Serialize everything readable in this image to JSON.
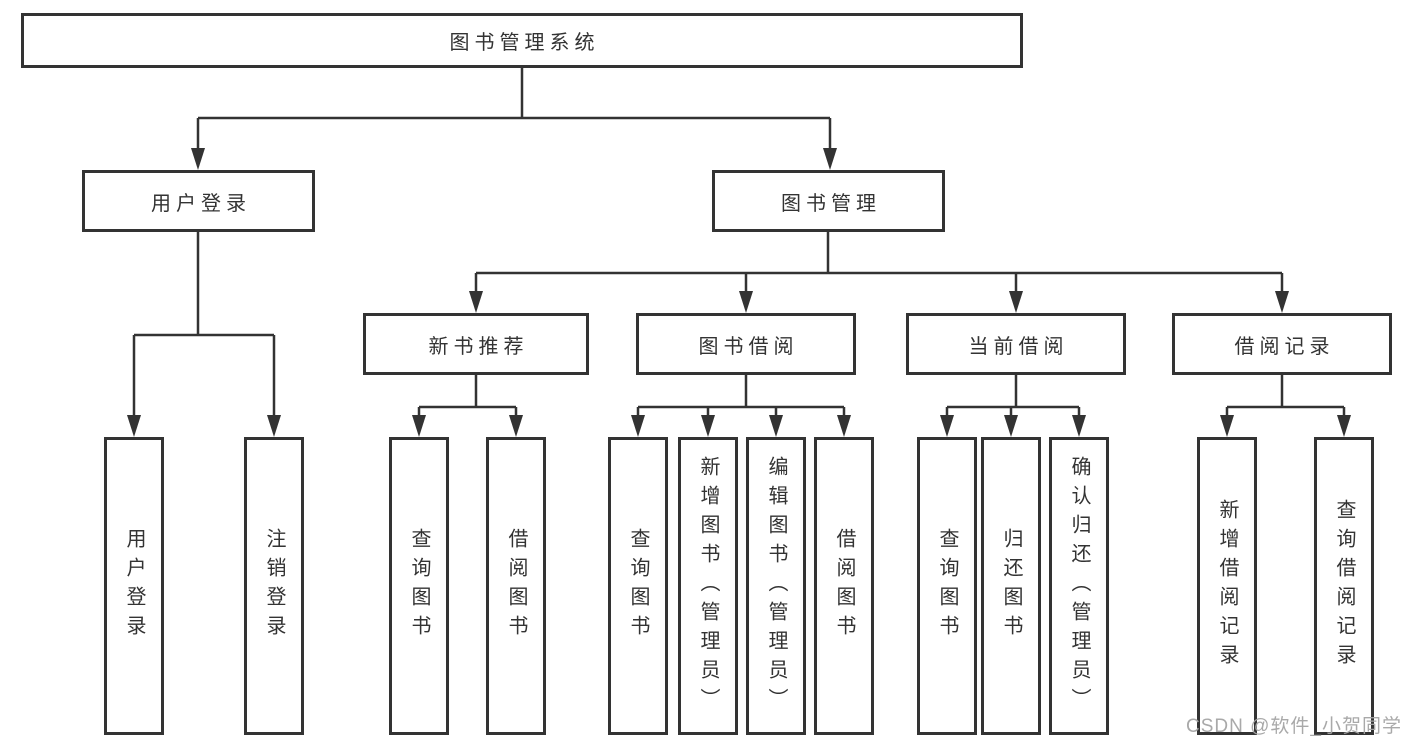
{
  "diagram": {
    "root": {
      "label": "图书管理系统"
    },
    "branches": [
      {
        "label": "用户登录",
        "children": [
          {
            "label": "用户登录"
          },
          {
            "label": "注销登录"
          }
        ]
      },
      {
        "label": "图书管理",
        "groups": [
          {
            "label": "新书推荐",
            "children": [
              {
                "label": "查询图书"
              },
              {
                "label": "借阅图书"
              }
            ]
          },
          {
            "label": "图书借阅",
            "children": [
              {
                "label": "查询图书"
              },
              {
                "label": "新增图书（管理员）"
              },
              {
                "label": "编辑图书（管理员）"
              },
              {
                "label": "借阅图书"
              }
            ]
          },
          {
            "label": "当前借阅",
            "children": [
              {
                "label": "查询图书"
              },
              {
                "label": "归还图书"
              },
              {
                "label": "确认归还（管理员）"
              }
            ]
          },
          {
            "label": "借阅记录",
            "children": [
              {
                "label": "新增借阅记录"
              },
              {
                "label": "查询借阅记录"
              }
            ]
          }
        ]
      }
    ]
  },
  "watermark": "CSDN @软件_小贺同学",
  "colors": {
    "line": "#333333",
    "text": "#333333",
    "watermark": "#a4a4a4",
    "background": "#ffffff"
  }
}
